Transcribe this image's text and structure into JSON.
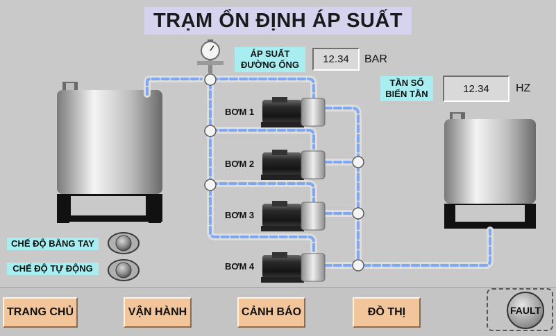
{
  "title": "TRẠM ỔN ĐỊNH ÁP SUẤT",
  "pressure": {
    "label": "ÁP SUẤT ĐƯỜNG ỐNG",
    "value": "12.34",
    "unit": "BAR"
  },
  "frequency": {
    "label": "TẦN SỐ BIẾN TẦN",
    "value": "12.34",
    "unit": "HZ"
  },
  "pumps": [
    {
      "label": "BƠM 1"
    },
    {
      "label": "BƠM 2"
    },
    {
      "label": "BƠM 3"
    },
    {
      "label": "BƠM 4"
    }
  ],
  "modes": {
    "manual": "CHẾ ĐỘ BẰNG TAY",
    "auto": "CHẾ ĐỘ TỰ ĐỘNG"
  },
  "nav": {
    "home": "TRANG CHỦ",
    "operate": "VẬN HÀNH",
    "alarm": "CẢNH BÁO",
    "graph": "ĐỒ THỊ"
  },
  "fault": "FAULT",
  "colors": {
    "pipe": "#d8d8d8",
    "flow": "#7fa8f0",
    "title_bg": "#d6d3ee",
    "tag_bg": "#a8eef0",
    "button_bg": "#f2c59a"
  }
}
